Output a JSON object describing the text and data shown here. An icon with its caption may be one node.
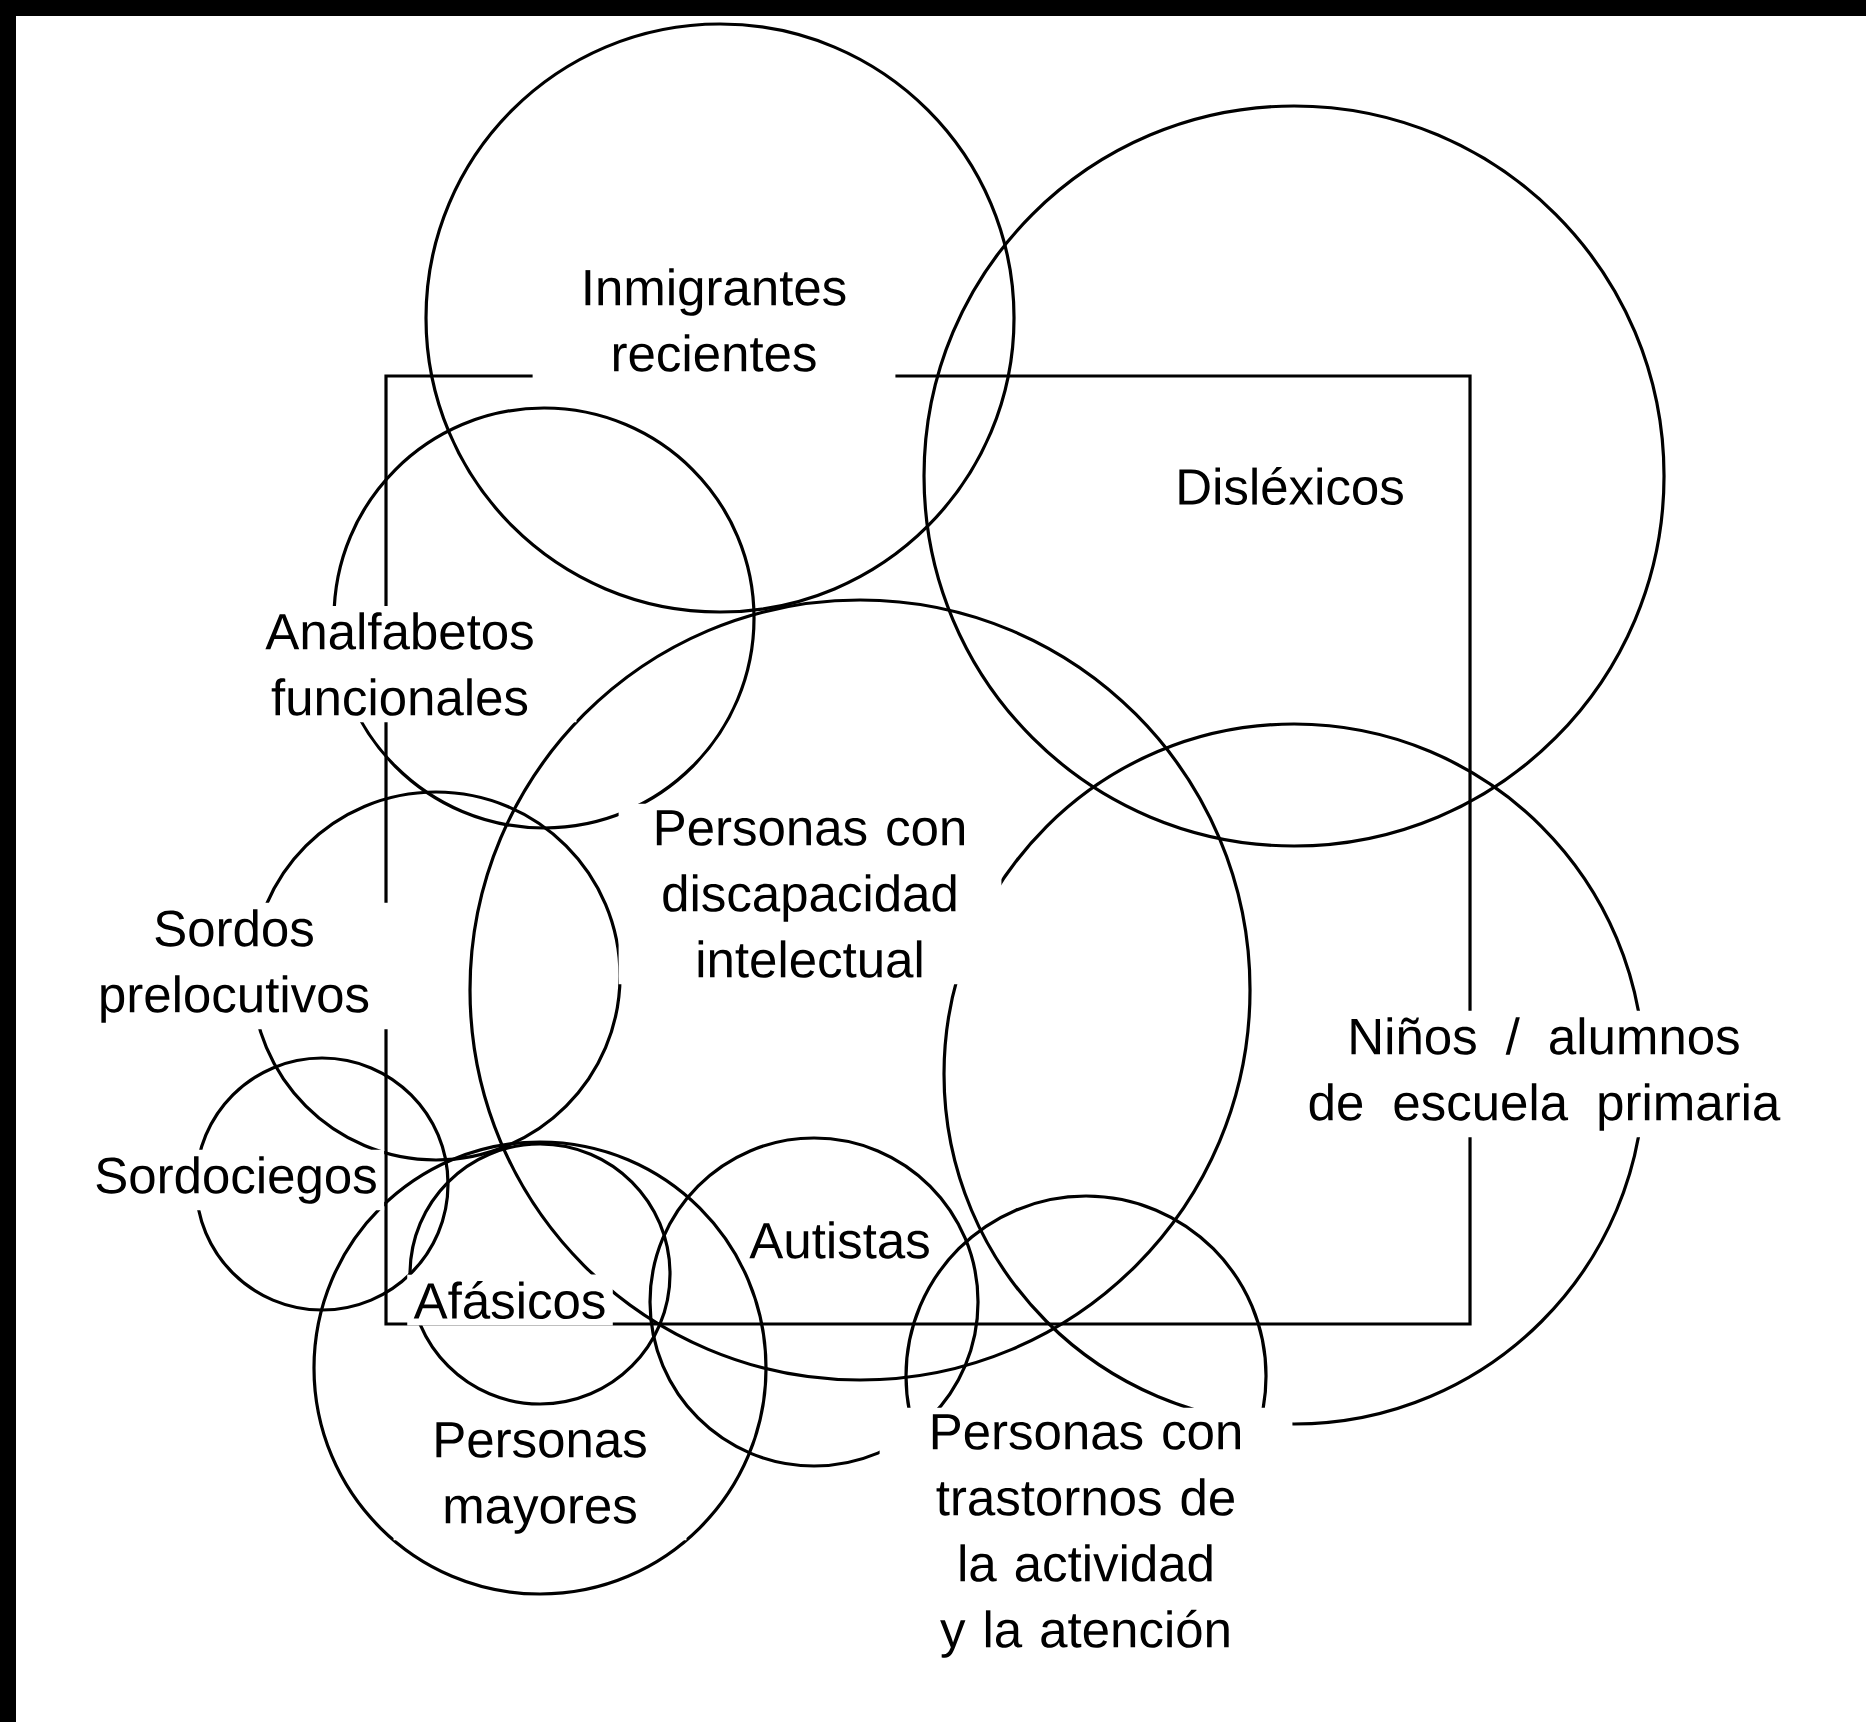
{
  "diagram": {
    "nodes": [
      {
        "text": [],
        "shape": "box"
      },
      {
        "text": [
          "Inmigrantes recientes"
        ]
      },
      {
        "text": [
          "Disléxicos"
        ]
      },
      {
        "text": [
          "Analfabetos funcionales"
        ]
      },
      {
        "text": [
          "Personas con discapacidad intelectual"
        ]
      },
      {
        "text": [
          "Sordos prelocutivos"
        ]
      },
      {
        "text": [
          "Niños / alumnos de escuela primaria"
        ]
      },
      {
        "text": [
          "Sordociegos"
        ]
      },
      {
        "text": [
          "Autistas"
        ]
      },
      {
        "text": [
          "Personas mayores"
        ]
      },
      {
        "text": [
          "Afásicos"
        ],
        "in": 9
      },
      {
        "text": [
          "Personas con trastornos de la actividad y la atención"
        ]
      }
    ]
  }
}
